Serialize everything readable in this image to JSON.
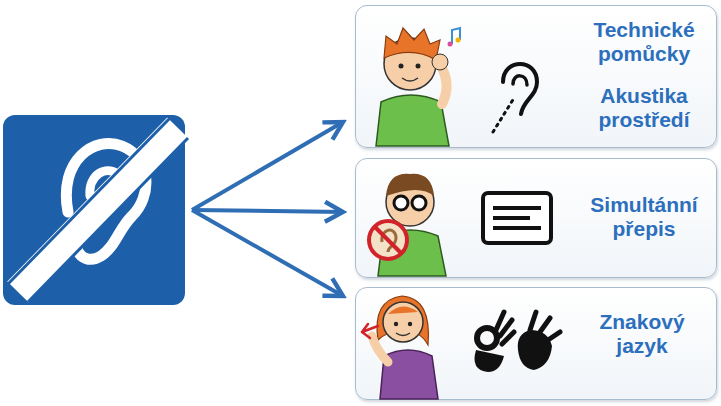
{
  "diagram": {
    "nodes": [
      {
        "text": [
          "Technické pomůcky",
          "Akustika prostředí"
        ]
      },
      {
        "text": [
          "Simultánní přepis"
        ]
      },
      {
        "text": [
          "Znakový jazyk"
        ]
      }
    ]
  }
}
